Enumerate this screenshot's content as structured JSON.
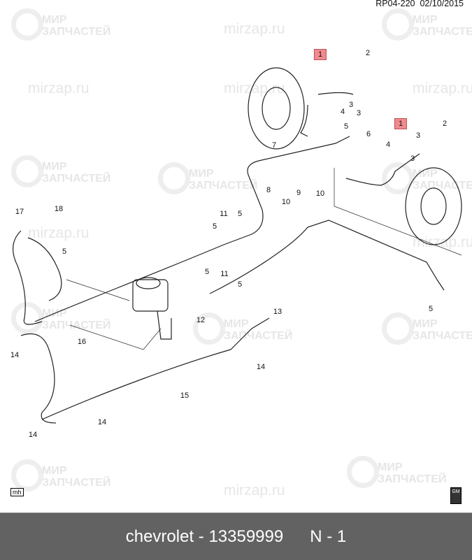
{
  "header": {
    "code": "RP04-220",
    "date": "02/10/2015"
  },
  "watermark": {
    "line1": "МИР",
    "line2": "ЗАПЧАСТЕЙ",
    "url": "mirzap.ru"
  },
  "callouts": [
    "1",
    "2",
    "3",
    "4",
    "5",
    "6",
    "7",
    "8",
    "9",
    "10",
    "10",
    "11",
    "5",
    "5",
    "17",
    "18",
    "5",
    "5",
    "11",
    "5",
    "12",
    "13",
    "14",
    "16",
    "14",
    "14",
    "14",
    "15",
    "1",
    "3",
    "2",
    "4",
    "3",
    "5",
    "3"
  ],
  "badges": {
    "mh": "mh",
    "gm": "GM"
  },
  "footer": {
    "part": "chevrolet - 13359999",
    "ref": "N - 1"
  }
}
